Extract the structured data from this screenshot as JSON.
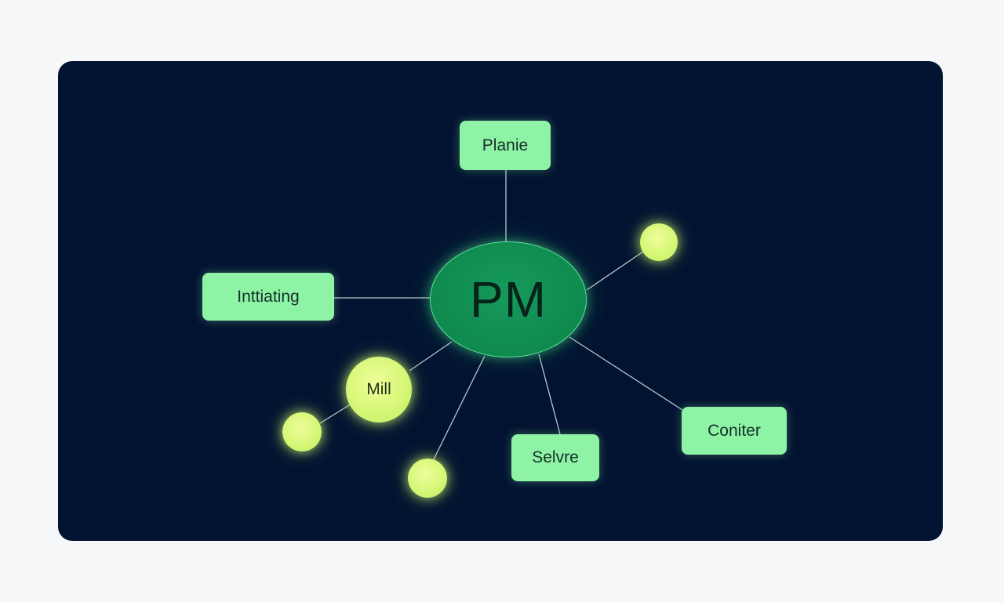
{
  "diagram": {
    "center": {
      "label": "PM"
    },
    "boxes": [
      {
        "id": "planie",
        "label": "Planie"
      },
      {
        "id": "inttiating",
        "label": "Inttiating"
      },
      {
        "id": "selvre",
        "label": "Selvre"
      },
      {
        "id": "coniter",
        "label": "Coniter"
      }
    ],
    "circles": [
      {
        "id": "mill",
        "label": "Mill"
      },
      {
        "id": "dot-right",
        "label": ""
      },
      {
        "id": "dot-left",
        "label": ""
      },
      {
        "id": "dot-bottom",
        "label": ""
      }
    ]
  },
  "colors": {
    "panel": "#021331",
    "center_fill": "#0f8a4f",
    "box_fill": "#8ef3a4",
    "circle_fill": "#d6f777",
    "edge": "#d9e3ea"
  }
}
